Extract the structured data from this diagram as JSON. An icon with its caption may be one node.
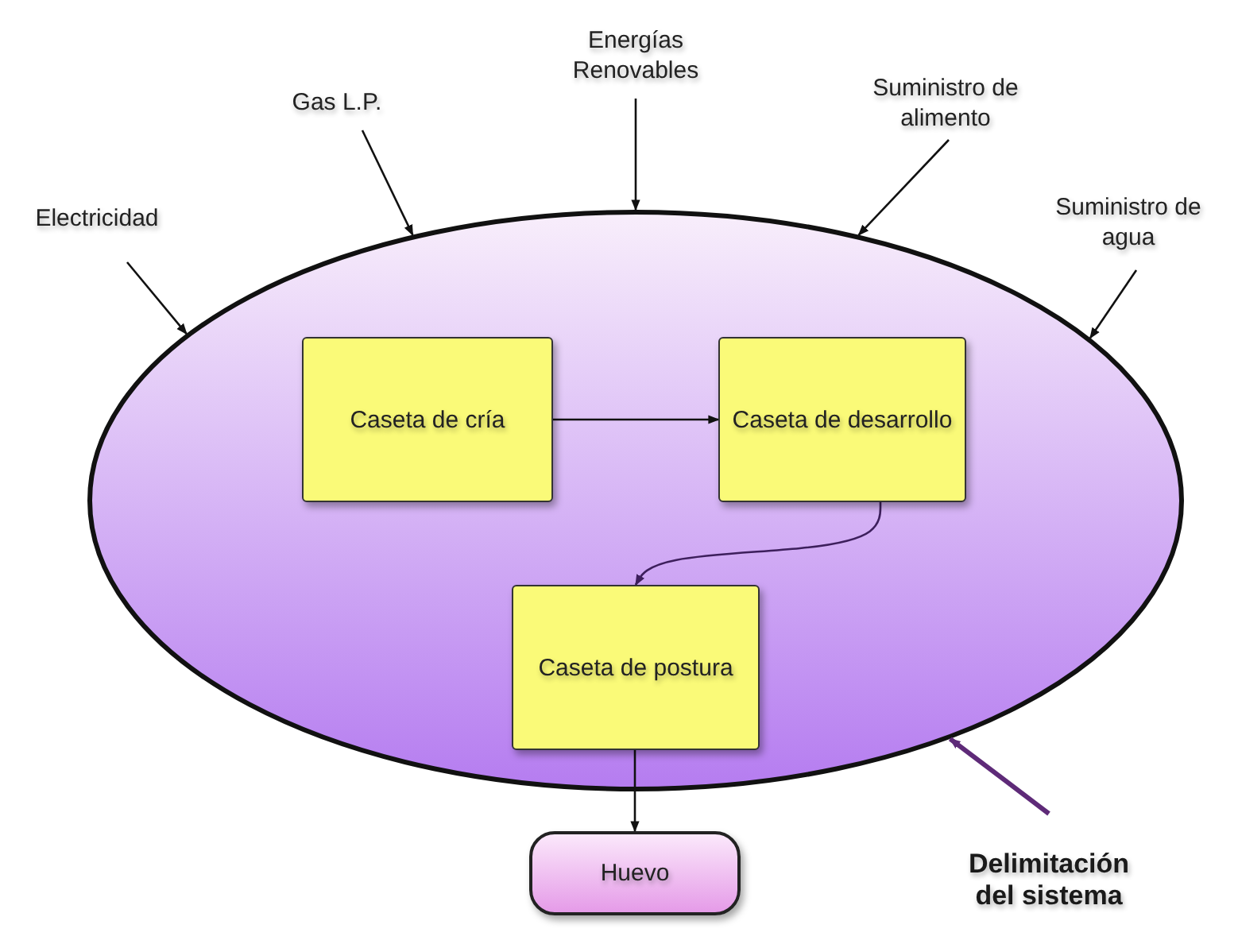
{
  "diagram": {
    "nodes": [
      {
        "text": [],
        "shape": "ellipse"
      },
      {
        "text": [
          "Caseta de cría"
        ],
        "in": 0
      },
      {
        "text": [
          "Caseta de desarrollo"
        ],
        "in": 0
      },
      {
        "text": [
          "Caseta de postura"
        ],
        "in": 0
      },
      {
        "text": [
          "Huevo"
        ]
      },
      {
        "text": [
          "Electricidad"
        ]
      },
      {
        "text": [
          "Gas L.P."
        ]
      },
      {
        "text": [
          "Energías Renovables"
        ]
      },
      {
        "text": [
          "Suministro de alimento"
        ]
      },
      {
        "text": [
          "Suministro de agua"
        ]
      },
      {
        "text": [
          "Delimitación del sistema"
        ]
      }
    ],
    "edges": [
      {
        "from": 5,
        "to": 0,
        "arrow": "to"
      },
      {
        "from": 6,
        "to": 0,
        "arrow": "to"
      },
      {
        "from": 7,
        "to": 0,
        "arrow": "to"
      },
      {
        "from": 8,
        "to": 0,
        "arrow": "to"
      },
      {
        "from": 9,
        "to": 0,
        "arrow": "to"
      },
      {
        "from": 1,
        "to": 2,
        "arrow": "to"
      },
      {
        "from": 2,
        "to": 3,
        "arrow": "to",
        "color": "#3d1f5c"
      },
      {
        "from": 3,
        "to": 4,
        "arrow": "to"
      },
      {
        "from": 10,
        "to": 0,
        "arrow": "to",
        "color": "#5e2a78",
        "style": "thick"
      }
    ]
  }
}
